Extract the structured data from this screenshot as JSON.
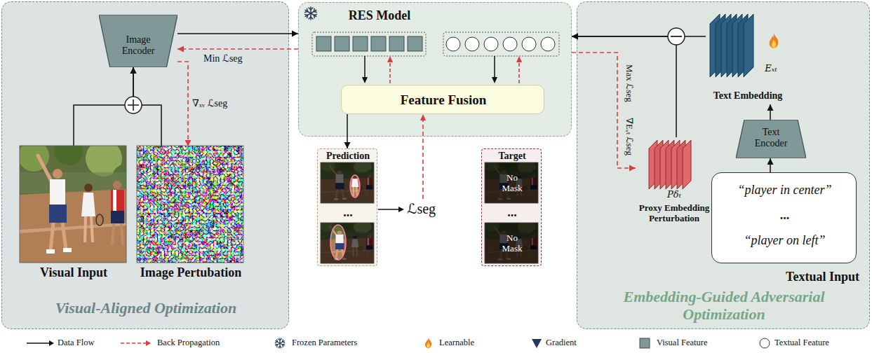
{
  "diagram": {
    "nodes": [
      {
        "text": [
          "Visual-Aligned Optimization"
        ]
      },
      {
        "text": [
          "Image Encoder"
        ],
        "in": 0
      },
      {
        "text": [
          "Visual Input"
        ],
        "in": 0
      },
      {
        "text": [
          "Image Pertubation"
        ],
        "in": 0
      },
      {
        "text": [
          "RES Model"
        ]
      },
      {
        "text": [
          "Feature Fusion"
        ],
        "in": 4
      },
      {
        "text": [
          "Prediction",
          "..."
        ]
      },
      {
        "text": [
          "Target",
          "No Mask",
          "...",
          "No Mask"
        ]
      },
      {
        "text": [
          "Embedding-Guided Adversarial Optimization"
        ]
      },
      {
        "text": [
          "Text Embedding",
          "Eₓₜ"
        ],
        "in": 8
      },
      {
        "text": [
          "Text Encoder"
        ],
        "in": 8
      },
      {
        "text": [
          "“player in center”",
          "...",
          "“player on left”",
          "Textual Input"
        ],
        "in": 8
      },
      {
        "text": [
          "Proxy Embedding Perturbation",
          "Pδₜ"
        ],
        "in": 8
      }
    ],
    "edges": [
      {
        "from": 2,
        "to": 1,
        "arrow": "to"
      },
      {
        "from": 3,
        "to": 1,
        "arrow": "to"
      },
      {
        "from": 1,
        "to": 4,
        "arrow": "to"
      },
      {
        "from": 4,
        "to": 1,
        "arrow": "to",
        "label": "Min ℒseg"
      },
      {
        "from": 1,
        "to": 3,
        "arrow": "to",
        "label": "∇ₓᵥ ℒseg"
      },
      {
        "from": 5,
        "to": 6,
        "arrow": "to"
      },
      {
        "from": 11,
        "to": 10,
        "arrow": "to"
      },
      {
        "from": 10,
        "to": 9,
        "arrow": "to"
      },
      {
        "from": 9,
        "to": 4,
        "arrow": "to"
      },
      {
        "from": 12,
        "to": 4,
        "arrow": "to"
      },
      {
        "from": 4,
        "to": 12,
        "arrow": "to",
        "label": "Max ℒseg"
      }
    ],
    "labels": [
      "ℒseg",
      "∇Eₓₜ ℒseg"
    ],
    "legend": [
      {
        "text": "Data Flow"
      },
      {
        "text": "Back Propagation"
      },
      {
        "text": "Frozen Parameters"
      },
      {
        "text": "Learnable"
      },
      {
        "text": "Gradient"
      },
      {
        "text": "Visual Feature"
      },
      {
        "text": "Textual Feature"
      }
    ]
  }
}
